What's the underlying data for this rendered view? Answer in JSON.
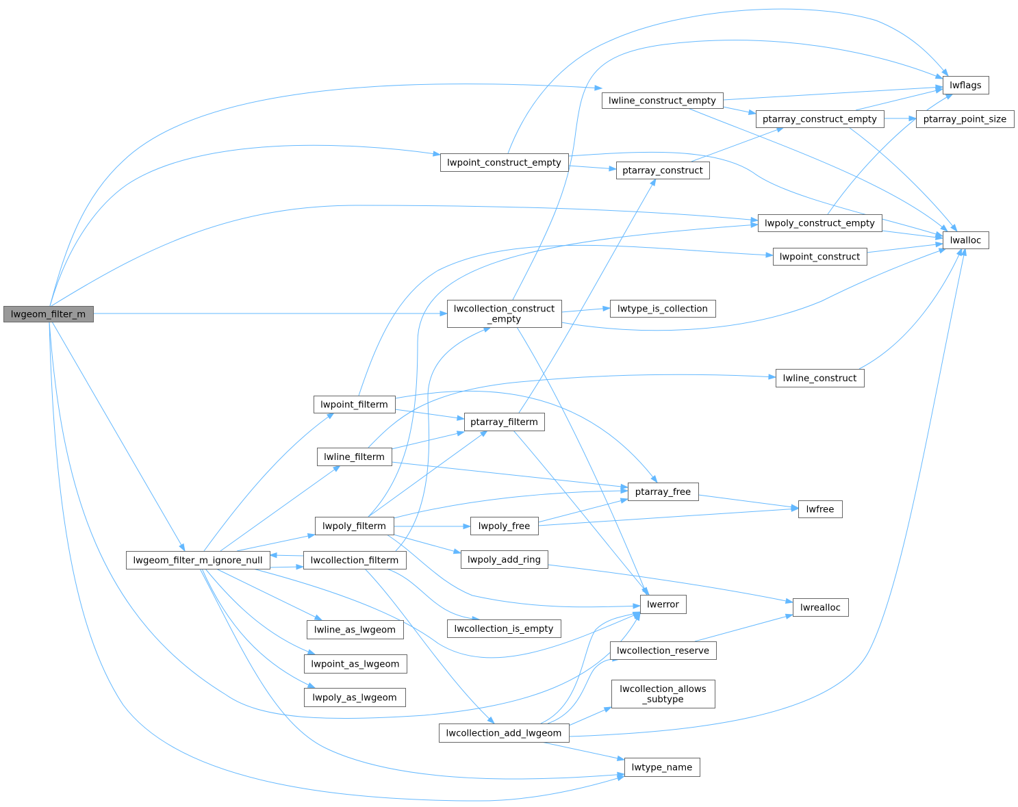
{
  "colors": {
    "edge": "#63b8ff",
    "node_border": "#666666",
    "root_fill": "#999999",
    "node_fill": "#ffffff"
  },
  "nodes": {
    "lwgeom_filter_m": [
      "lwgeom_filter_m"
    ],
    "lwline_construct_empty": [
      "lwline_construct_empty"
    ],
    "lwpoint_construct_empty": [
      "lwpoint_construct_empty"
    ],
    "lwflags": [
      "lwflags"
    ],
    "ptarray_construct_empty": [
      "ptarray_construct_empty"
    ],
    "ptarray_point_size": [
      "ptarray_point_size"
    ],
    "ptarray_construct": [
      "ptarray_construct"
    ],
    "lwpoly_construct_empty": [
      "lwpoly_construct_empty"
    ],
    "lwalloc": [
      "lwalloc"
    ],
    "lwpoint_construct": [
      "lwpoint_construct"
    ],
    "lwcollection_construct_empty": [
      "lwcollection_construct",
      "_empty"
    ],
    "lwtype_is_collection": [
      "lwtype_is_collection"
    ],
    "lwline_construct": [
      "lwline_construct"
    ],
    "lwpoint_filterm": [
      "lwpoint_filterm"
    ],
    "ptarray_filterm": [
      "ptarray_filterm"
    ],
    "lwline_filterm": [
      "lwline_filterm"
    ],
    "ptarray_free": [
      "ptarray_free"
    ],
    "lwfree": [
      "lwfree"
    ],
    "lwpoly_filterm": [
      "lwpoly_filterm"
    ],
    "lwpoly_free": [
      "lwpoly_free"
    ],
    "lwpoly_add_ring": [
      "lwpoly_add_ring"
    ],
    "lwgeom_filter_m_ignore_null": [
      "lwgeom_filter_m_ignore_null"
    ],
    "lwcollection_filterm": [
      "lwcollection_filterm"
    ],
    "lwerror": [
      "lwerror"
    ],
    "lwrealloc": [
      "lwrealloc"
    ],
    "lwline_as_lwgeom": [
      "lwline_as_lwgeom"
    ],
    "lwcollection_is_empty": [
      "lwcollection_is_empty"
    ],
    "lwcollection_reserve": [
      "lwcollection_reserve"
    ],
    "lwpoint_as_lwgeom": [
      "lwpoint_as_lwgeom"
    ],
    "lwcollection_allows_subtype": [
      "lwcollection_allows",
      "_subtype"
    ],
    "lwpoly_as_lwgeom": [
      "lwpoly_as_lwgeom"
    ],
    "lwcollection_add_lwgeom": [
      "lwcollection_add_lwgeom"
    ],
    "lwtype_name": [
      "lwtype_name"
    ]
  },
  "edges": [
    [
      "lwgeom_filter_m",
      "lwline_construct_empty"
    ],
    [
      "lwgeom_filter_m",
      "lwpoint_construct_empty"
    ],
    [
      "lwgeom_filter_m",
      "lwpoly_construct_empty"
    ],
    [
      "lwgeom_filter_m",
      "lwcollection_construct_empty"
    ],
    [
      "lwgeom_filter_m",
      "lwgeom_filter_m_ignore_null"
    ],
    [
      "lwgeom_filter_m",
      "lwerror"
    ],
    [
      "lwgeom_filter_m",
      "lwtype_name"
    ],
    [
      "lwline_construct_empty",
      "lwflags"
    ],
    [
      "lwline_construct_empty",
      "ptarray_construct_empty"
    ],
    [
      "lwline_construct_empty",
      "lwalloc"
    ],
    [
      "lwpoint_construct_empty",
      "lwflags"
    ],
    [
      "lwpoint_construct_empty",
      "ptarray_construct"
    ],
    [
      "lwpoint_construct_empty",
      "lwalloc"
    ],
    [
      "ptarray_construct_empty",
      "lwflags"
    ],
    [
      "ptarray_construct_empty",
      "ptarray_point_size"
    ],
    [
      "ptarray_construct_empty",
      "lwalloc"
    ],
    [
      "ptarray_construct",
      "ptarray_construct_empty"
    ],
    [
      "lwpoly_construct_empty",
      "lwflags"
    ],
    [
      "lwpoly_construct_empty",
      "lwalloc"
    ],
    [
      "lwpoint_construct",
      "lwalloc"
    ],
    [
      "lwcollection_construct_empty",
      "lwflags"
    ],
    [
      "lwcollection_construct_empty",
      "lwtype_is_collection"
    ],
    [
      "lwcollection_construct_empty",
      "lwalloc"
    ],
    [
      "lwcollection_construct_empty",
      "lwerror"
    ],
    [
      "lwline_construct",
      "lwalloc"
    ],
    [
      "lwpoint_filterm",
      "lwpoint_construct"
    ],
    [
      "lwpoint_filterm",
      "ptarray_filterm"
    ],
    [
      "lwpoint_filterm",
      "ptarray_free"
    ],
    [
      "ptarray_filterm",
      "ptarray_construct"
    ],
    [
      "ptarray_filterm",
      "lwerror"
    ],
    [
      "lwline_filterm",
      "lwline_construct"
    ],
    [
      "lwline_filterm",
      "ptarray_filterm"
    ],
    [
      "lwline_filterm",
      "ptarray_free"
    ],
    [
      "ptarray_free",
      "lwfree"
    ],
    [
      "lwpoly_filterm",
      "lwpoly_construct_empty"
    ],
    [
      "lwpoly_filterm",
      "ptarray_filterm"
    ],
    [
      "lwpoly_filterm",
      "ptarray_free"
    ],
    [
      "lwpoly_filterm",
      "lwpoly_free"
    ],
    [
      "lwpoly_filterm",
      "lwpoly_add_ring"
    ],
    [
      "lwpoly_filterm",
      "lwerror"
    ],
    [
      "lwpoly_free",
      "ptarray_free"
    ],
    [
      "lwpoly_free",
      "lwfree"
    ],
    [
      "lwpoly_add_ring",
      "lwrealloc"
    ],
    [
      "lwgeom_filter_m_ignore_null",
      "lwpoint_filterm"
    ],
    [
      "lwgeom_filter_m_ignore_null",
      "lwline_filterm"
    ],
    [
      "lwgeom_filter_m_ignore_null",
      "lwpoly_filterm"
    ],
    [
      "lwgeom_filter_m_ignore_null",
      "lwcollection_filterm"
    ],
    [
      "lwgeom_filter_m_ignore_null",
      "lwline_as_lwgeom"
    ],
    [
      "lwgeom_filter_m_ignore_null",
      "lwpoint_as_lwgeom"
    ],
    [
      "lwgeom_filter_m_ignore_null",
      "lwpoly_as_lwgeom"
    ],
    [
      "lwgeom_filter_m_ignore_null",
      "lwerror"
    ],
    [
      "lwgeom_filter_m_ignore_null",
      "lwtype_name"
    ],
    [
      "lwcollection_filterm",
      "lwcollection_construct_empty"
    ],
    [
      "lwcollection_filterm",
      "lwgeom_filter_m_ignore_null"
    ],
    [
      "lwcollection_filterm",
      "lwcollection_is_empty"
    ],
    [
      "lwcollection_filterm",
      "lwcollection_add_lwgeom"
    ],
    [
      "lwcollection_reserve",
      "lwrealloc"
    ],
    [
      "lwcollection_add_lwgeom",
      "lwerror"
    ],
    [
      "lwcollection_add_lwgeom",
      "lwcollection_reserve"
    ],
    [
      "lwcollection_add_lwgeom",
      "lwcollection_allows_subtype"
    ],
    [
      "lwcollection_add_lwgeom",
      "lwtype_name"
    ],
    [
      "lwcollection_add_lwgeom",
      "lwalloc"
    ]
  ]
}
